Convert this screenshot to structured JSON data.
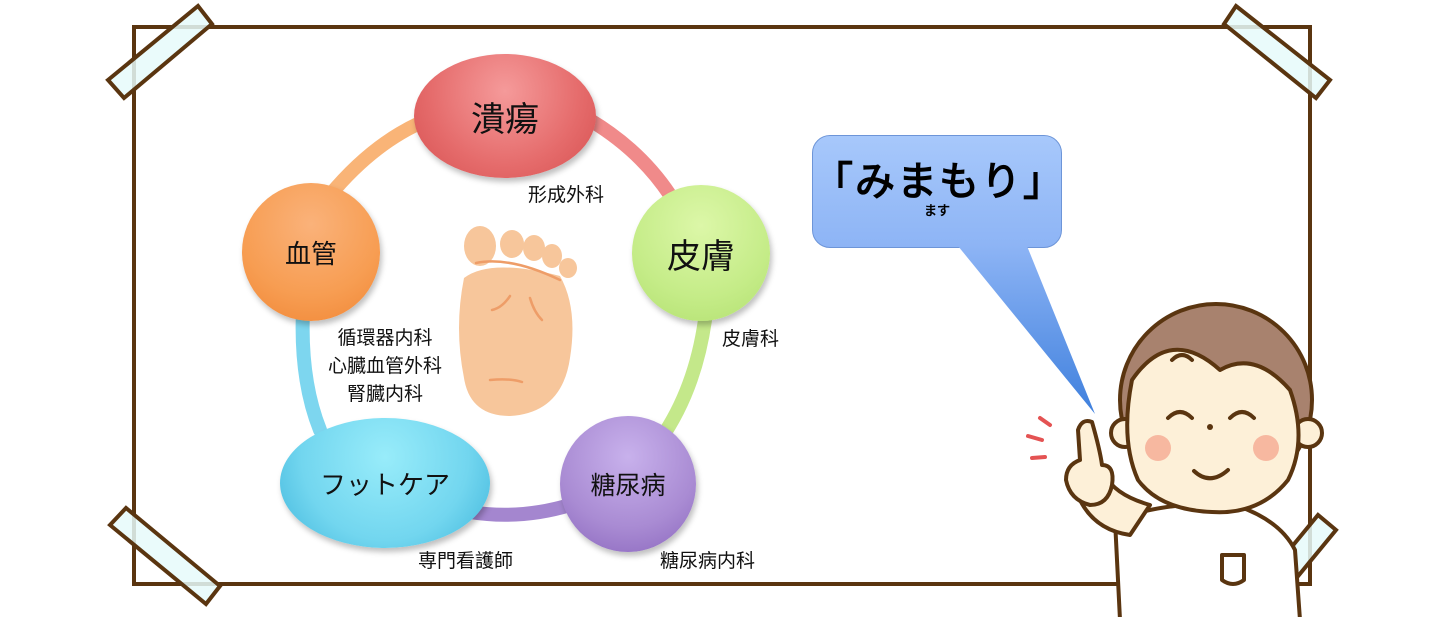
{
  "diagram": {
    "center_icon": "foot-sole-icon",
    "nodes": [
      {
        "id": "ulcer",
        "label": "潰瘍",
        "department": "形成外科",
        "color": "#ec7b7b"
      },
      {
        "id": "skin",
        "label": "皮膚",
        "department": "皮膚科",
        "color": "#c9ee8e"
      },
      {
        "id": "diabetes",
        "label": "糖尿病",
        "department": "糖尿病内科",
        "color": "#a98bd3"
      },
      {
        "id": "footcare",
        "label": "フットケア",
        "department": "専門看護師",
        "color": "#6fd6ee"
      },
      {
        "id": "vessel",
        "label": "血管",
        "department_lines": [
          "循環器内科",
          "心臓血管外科",
          "腎臓内科"
        ],
        "color": "#f7a050"
      }
    ]
  },
  "speech_bubble": {
    "main_text": "「みまもり」",
    "sub_text": "ます",
    "color": "#9bbef8"
  },
  "character": {
    "description": "nurse-pointing-finger",
    "uniform_color": "#ffffff",
    "hair_color": "#a8826e"
  },
  "frame": {
    "border_color": "#5a3510",
    "tape_color": "#e6fafa"
  }
}
